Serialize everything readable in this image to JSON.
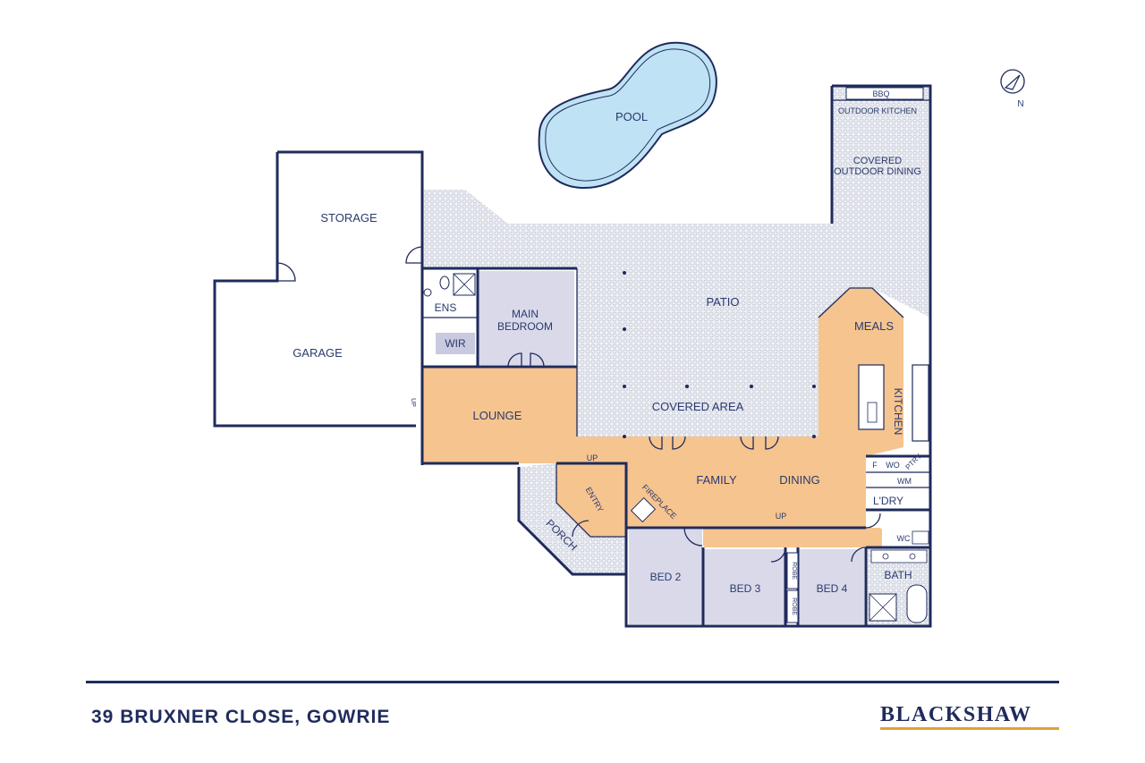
{
  "address": "39 BRUXNER CLOSE, GOWRIE",
  "brand": "BLACKSHAW",
  "compass": {
    "label": "N"
  },
  "rooms": {
    "pool": "POOL",
    "outdoor_kitchen": "OUTDOOR KITCHEN",
    "bbq": "BBQ",
    "covered_outdoor_dining_1": "COVERED",
    "covered_outdoor_dining_2": "OUTDOOR DINING",
    "storage": "STORAGE",
    "garage": "GARAGE",
    "ens": "ENS",
    "wir": "WIR",
    "main_bedroom_1": "MAIN",
    "main_bedroom_2": "BEDROOM",
    "patio": "PATIO",
    "covered_area": "COVERED AREA",
    "meals": "MEALS",
    "kitchen": "KITCHEN",
    "lounge": "LOUNGE",
    "family": "FAMILY",
    "dining": "DINING",
    "entry": "ENTRY",
    "porch": "PORCH",
    "fireplace": "FIREPLACE",
    "bed2": "BED 2",
    "bed3": "BED 3",
    "bed4": "BED 4",
    "robe_a": "ROBE",
    "robe_b": "ROBE",
    "ldry": "L'DRY",
    "bath": "BATH",
    "wc": "WC",
    "f": "F",
    "wo": "WO",
    "ptry": "PTRY",
    "wm": "WM",
    "up_garage": "UP",
    "up_entry": "UP",
    "up_hall": "UP"
  },
  "colors": {
    "wall": "#1f2b5c",
    "living": "#f6c48f",
    "bedroom": "#d9d9ea",
    "pool": "#bfe2f4",
    "outdoor_tile": "#eeeff4",
    "accent": "#e1a035"
  }
}
